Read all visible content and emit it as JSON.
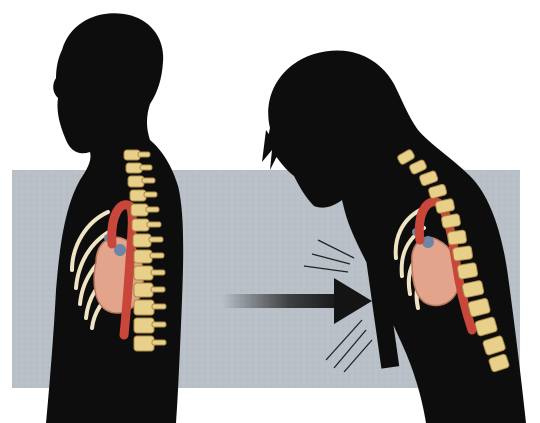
{
  "colors": {
    "background": "#ffffff",
    "panel": "#b9c0c8",
    "silhouette": "#0d0d0d",
    "vertebra": "#e8cf8a",
    "aorta": "#c9473a",
    "heart": "#e2a58c",
    "rib": "#efe4c4",
    "vessel_blue": "#6d86a6",
    "arrow_dark": "#141414",
    "impact_line": "#222222"
  },
  "figures": [
    {
      "name": "upright-person",
      "posture": "upright",
      "label": ""
    },
    {
      "name": "bent-person",
      "posture": "bent-forward",
      "label": ""
    }
  ],
  "arrow": {
    "direction": "right",
    "meaning": "impact-force",
    "label": ""
  },
  "obstacle": {
    "name": "impact-board",
    "label": ""
  },
  "icons": [
    "spine-icon",
    "aorta-icon",
    "heart-icon",
    "ribcage-icon",
    "impact-lines-icon",
    "arrow-right-icon"
  ]
}
